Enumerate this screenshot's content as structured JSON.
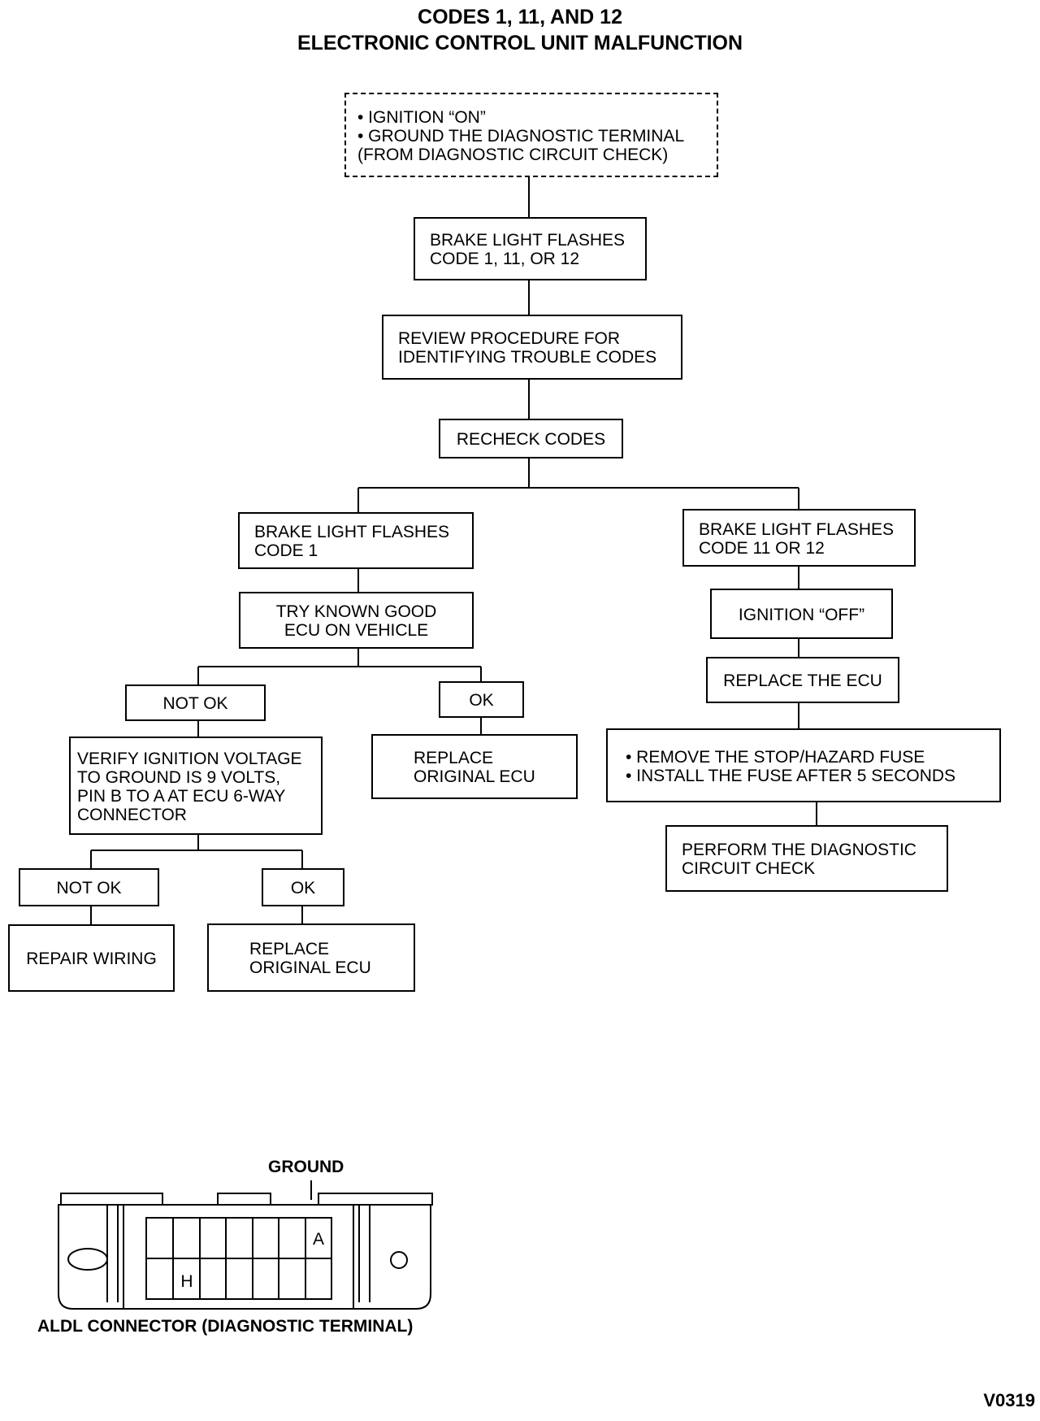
{
  "title": {
    "line1": "CODES 1, 11, AND 12",
    "line2": "ELECTRONIC CONTROL UNIT MALFUNCTION"
  },
  "flowchart": {
    "start": [
      "• IGNITION “ON”",
      "• GROUND THE DIAGNOSTIC TERMINAL",
      "(FROM DIAGNOSTIC CIRCUIT CHECK)"
    ],
    "flashes_code": [
      "BRAKE LIGHT FLASHES",
      "CODE 1, 11, OR 12"
    ],
    "review": [
      "REVIEW PROCEDURE FOR",
      "IDENTIFYING TROUBLE CODES"
    ],
    "recheck": "RECHECK CODES",
    "left_branch": {
      "flashes_code_1": [
        "BRAKE LIGHT FLASHES",
        "CODE 1"
      ],
      "try_good_ecu": [
        "TRY KNOWN GOOD",
        "ECU ON VEHICLE"
      ],
      "not_ok": "NOT OK",
      "ok": "OK",
      "replace_original_1": [
        "REPLACE",
        "ORIGINAL ECU"
      ],
      "verify_voltage": [
        "VERIFY IGNITION VOLTAGE",
        "TO GROUND IS 9 VOLTS,",
        "PIN B TO A AT ECU 6-WAY",
        "CONNECTOR"
      ],
      "not_ok_2": "NOT OK",
      "ok_2": "OK",
      "repair_wiring": "REPAIR WIRING",
      "replace_original_2": [
        "REPLACE",
        "ORIGINAL ECU"
      ]
    },
    "right_branch": {
      "flashes_code_11_12": [
        "BRAKE LIGHT FLASHES",
        "CODE 11 OR 12"
      ],
      "ignition_off": "IGNITION “OFF”",
      "replace_ecu": "REPLACE THE ECU",
      "fuse_steps": [
        "• REMOVE THE STOP/HAZARD FUSE",
        "• INSTALL THE FUSE AFTER 5 SECONDS"
      ],
      "perform_check": [
        "PERFORM THE DIAGNOSTIC",
        "CIRCUIT CHECK"
      ]
    }
  },
  "connector": {
    "ground_label": "GROUND",
    "pin_a": "A",
    "pin_h": "H",
    "caption": "ALDL CONNECTOR (DIAGNOSTIC TERMINAL)"
  },
  "figure_code": "V0319"
}
